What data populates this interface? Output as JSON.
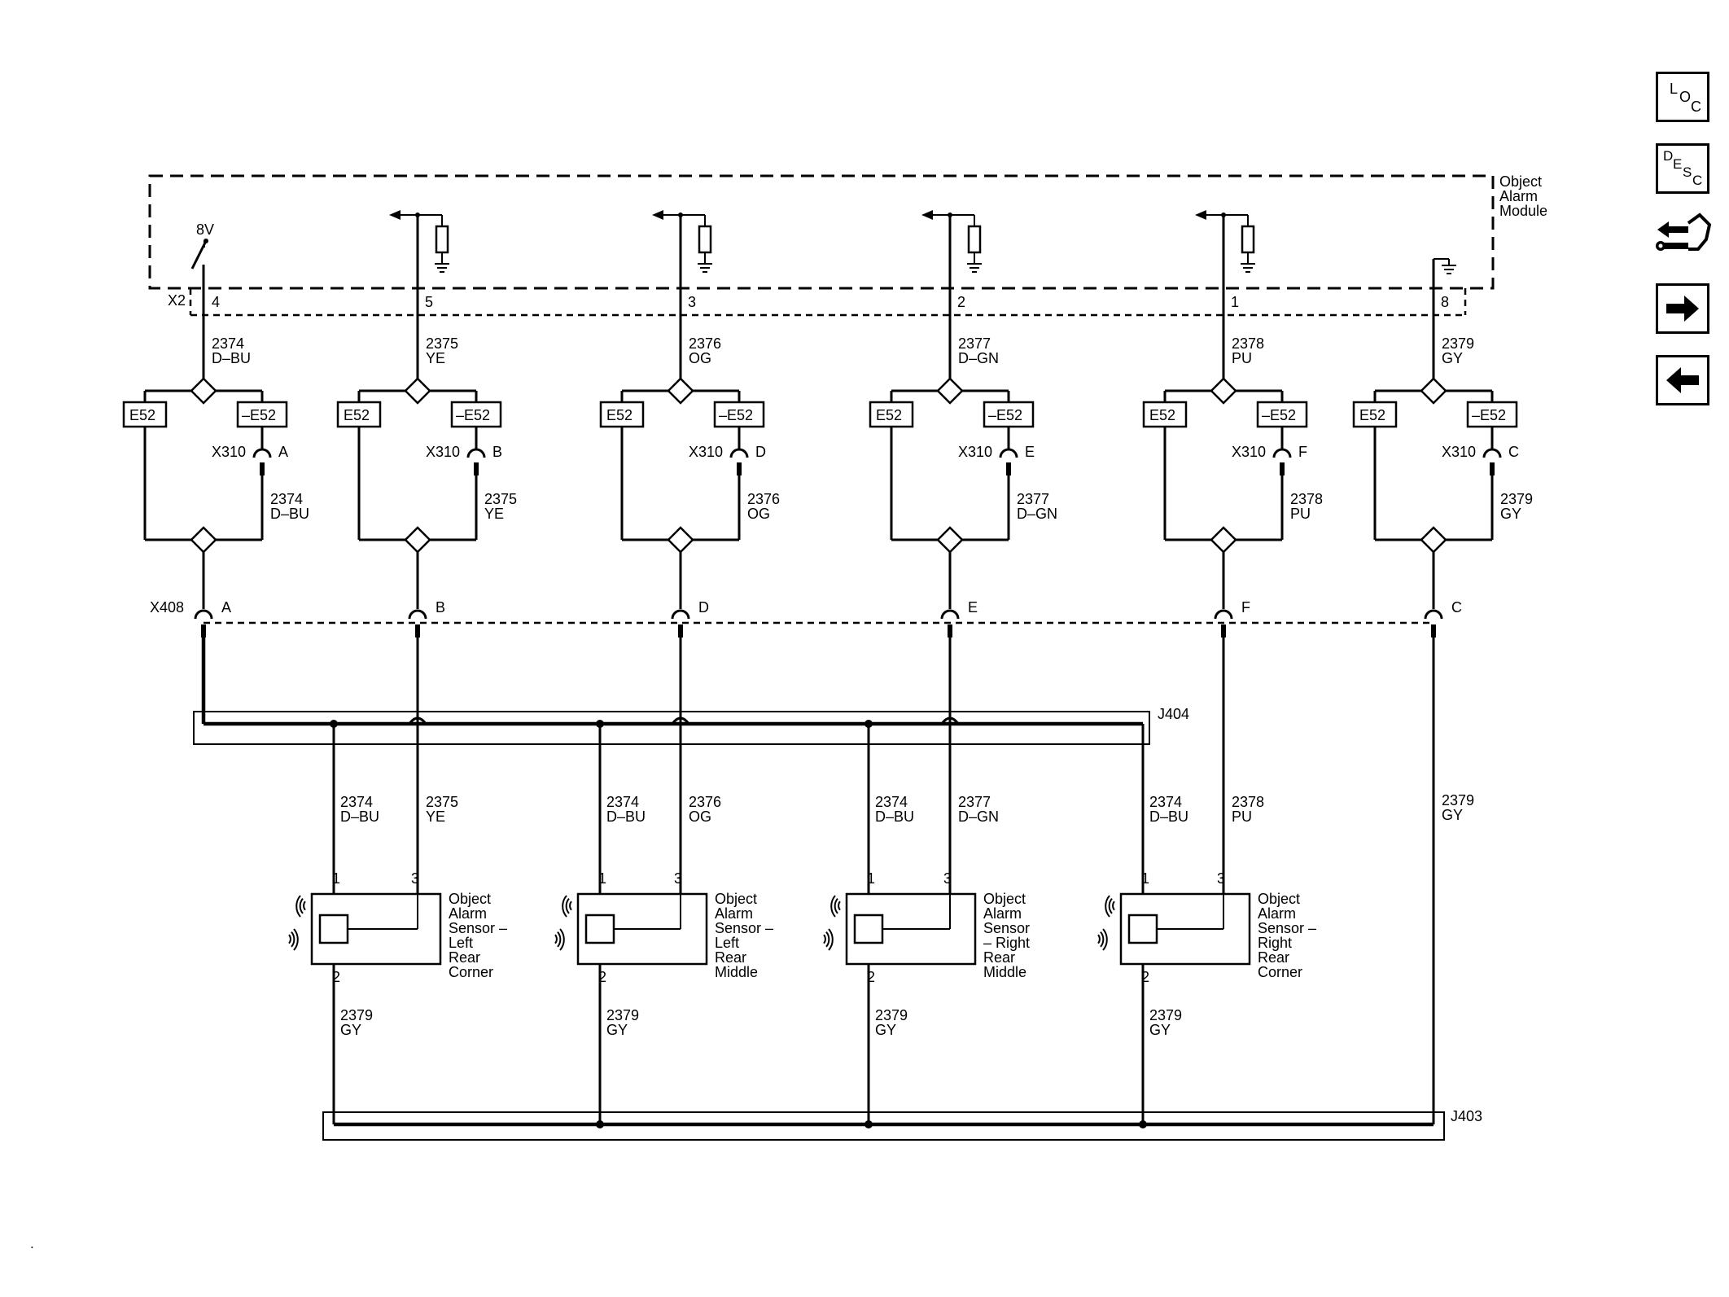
{
  "module": {
    "name_lines": [
      "Object",
      "Alarm",
      "Module"
    ],
    "connector": "X2",
    "supply": "8V"
  },
  "connectors": {
    "inline_x310": "X310",
    "inline_x408": "X408",
    "splice_j404": "J404",
    "splice_j403": "J403"
  },
  "option_codes": {
    "with": "E52",
    "without": "–E52"
  },
  "circuits": [
    {
      "pin": "4",
      "circuit": "2374",
      "color": "D–BU",
      "x310_pin": "A",
      "x408_pin": "A"
    },
    {
      "pin": "5",
      "circuit": "2375",
      "color": "YE",
      "x310_pin": "B",
      "x408_pin": "B"
    },
    {
      "pin": "3",
      "circuit": "2376",
      "color": "OG",
      "x310_pin": "D",
      "x408_pin": "D"
    },
    {
      "pin": "2",
      "circuit": "2377",
      "color": "D–GN",
      "x310_pin": "E",
      "x408_pin": "E"
    },
    {
      "pin": "1",
      "circuit": "2378",
      "color": "PU",
      "x310_pin": "F",
      "x408_pin": "F"
    },
    {
      "pin": "8",
      "circuit": "2379",
      "color": "GY",
      "x310_pin": "C",
      "x408_pin": "C"
    }
  ],
  "sensors": [
    {
      "name_lines": [
        "Object",
        "Alarm",
        "Sensor –",
        "Left",
        "Rear",
        "Corner"
      ],
      "pin1": "1",
      "pin2": "2",
      "pin3": "3",
      "p1_circuit": "2374",
      "p1_color": "D–BU",
      "p3_circuit": "2375",
      "p3_color": "YE",
      "p2_circuit": "2379",
      "p2_color": "GY"
    },
    {
      "name_lines": [
        "Object",
        "Alarm",
        "Sensor –",
        "Left",
        "Rear",
        "Middle"
      ],
      "pin1": "1",
      "pin2": "2",
      "pin3": "3",
      "p1_circuit": "2374",
      "p1_color": "D–BU",
      "p3_circuit": "2376",
      "p3_color": "OG",
      "p2_circuit": "2379",
      "p2_color": "GY"
    },
    {
      "name_lines": [
        "Object",
        "Alarm",
        "Sensor",
        "– Right",
        "Rear",
        "Middle"
      ],
      "pin1": "1",
      "pin2": "2",
      "pin3": "3",
      "p1_circuit": "2374",
      "p1_color": "D–BU",
      "p3_circuit": "2377",
      "p3_color": "D–GN",
      "p2_circuit": "2379",
      "p2_color": "GY"
    },
    {
      "name_lines": [
        "Object",
        "Alarm",
        "Sensor –",
        "Right",
        "Rear",
        "Corner"
      ],
      "pin1": "1",
      "pin2": "2",
      "pin3": "3",
      "p1_circuit": "2374",
      "p1_color": "D–BU",
      "p3_circuit": "2378",
      "p3_color": "PU",
      "p2_circuit": "2379",
      "p2_color": "GY"
    }
  ],
  "gy_direct": {
    "circuit": "2379",
    "color": "GY"
  },
  "nav": {
    "loc": {
      "l": "L",
      "o": "O",
      "c": "C"
    },
    "desc": {
      "d": "D",
      "e": "E",
      "s": "S",
      "c": "C"
    }
  }
}
